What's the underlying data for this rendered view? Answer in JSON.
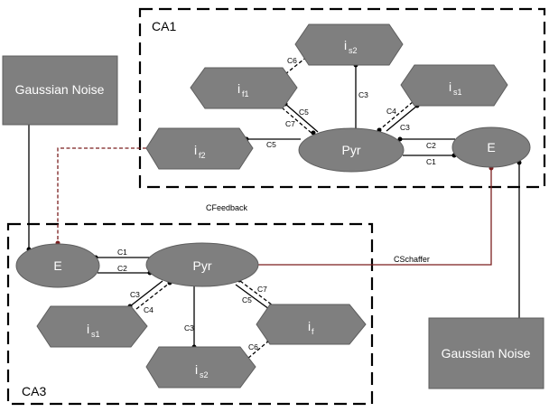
{
  "regions": {
    "ca1": {
      "label": "CA1"
    },
    "ca3": {
      "label": "CA3"
    }
  },
  "noise_sources": {
    "top_left": {
      "label": "Gaussian Noise"
    },
    "bottom_right": {
      "label": "Gaussian Noise"
    }
  },
  "ca1_nodes": {
    "pyr": {
      "label": "Pyr"
    },
    "e": {
      "label": "E"
    },
    "is2": {
      "main": "i",
      "sub": "s2"
    },
    "if1": {
      "main": "i",
      "sub": "f1"
    },
    "is1": {
      "main": "i",
      "sub": "s1"
    },
    "if2": {
      "main": "i",
      "sub": "f2"
    }
  },
  "ca3_nodes": {
    "pyr": {
      "label": "Pyr"
    },
    "e": {
      "label": "E"
    },
    "is1": {
      "main": "i",
      "sub": "s1"
    },
    "is2": {
      "main": "i",
      "sub": "s2"
    },
    "if": {
      "main": "i",
      "sub": "f"
    }
  },
  "ca1_edges": {
    "c6_is2_if1": "C6",
    "c3_is2_pyr": "C3",
    "c5_if1_pyr": "C5",
    "c7_if1_pyr": "C7",
    "c4_is1_pyr": "C4",
    "c3_is1_pyr": "C3",
    "c5_if2_pyr": "C5",
    "c2_pyr_e": "C2",
    "c1_pyr_e": "C1"
  },
  "ca3_edges": {
    "c1_e_pyr": "C1",
    "c2_e_pyr": "C2",
    "c3_pyr_is1": "C3",
    "c4_pyr_is1": "C4",
    "c3_pyr_is2": "C3",
    "c7_pyr_if": "C7",
    "c5_pyr_if": "C5",
    "c6_if_is2": "C6"
  },
  "inter_region": {
    "feedback": "CFeedback",
    "schaffer": "CSchaffer"
  },
  "colors": {
    "node_fill": "#7f7f7f",
    "pathway_red": "#7b1f1f"
  }
}
